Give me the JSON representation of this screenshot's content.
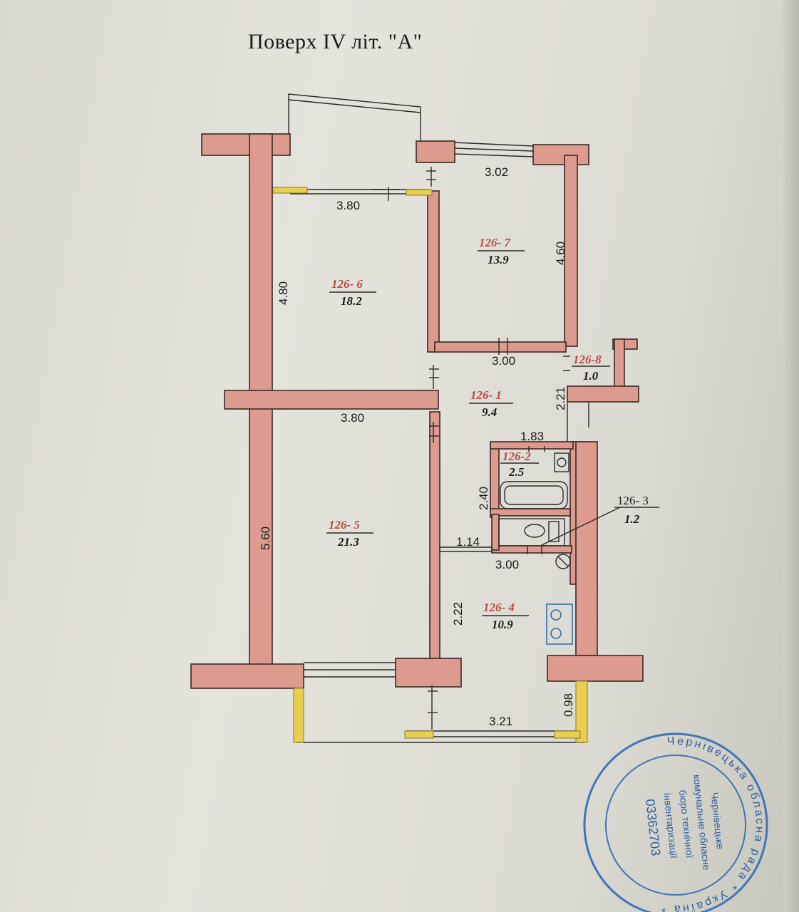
{
  "title": "Поверх  IV   літ. \"А\"",
  "rooms": [
    {
      "id": "126- 6",
      "area": "18.2"
    },
    {
      "id": "126- 7",
      "area": "13.9"
    },
    {
      "id": "126-8",
      "area": "1.0"
    },
    {
      "id": "126- 1",
      "area": "9.4"
    },
    {
      "id": "126-2",
      "area": "2.5"
    },
    {
      "id": "126- 3",
      "area": "1.2"
    },
    {
      "id": "126- 5",
      "area": "21.3"
    },
    {
      "id": "126- 4",
      "area": "10.9"
    }
  ],
  "dimensions": {
    "d1": "3.02",
    "d2": "3.80",
    "d3": "4.60",
    "d4": "4.80",
    "d5": "3.00",
    "d6": "2.21",
    "d7": "3.80",
    "d8": "1.83",
    "d9": "2.40",
    "d10": "5.60",
    "d11": "1.14",
    "d12": "3.00",
    "d13": "2.22",
    "d14": "0.98",
    "d15": "3.21"
  },
  "stamp": {
    "outer": "Чернівецька обласна рада * Україна *",
    "line1": "Чернівецьке",
    "line2": "комунальне обласне",
    "line3": "бюро технічної",
    "line4": "інвентаризації",
    "line5": "03362703"
  },
  "colors": {
    "wall": "#dd9b8f",
    "room_id": "#b84a45",
    "stamp": "#2f5f9f",
    "balcony": "#e8cf52"
  }
}
